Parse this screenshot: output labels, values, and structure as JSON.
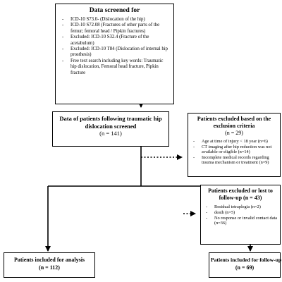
{
  "screened": {
    "title": "Data screened for",
    "items": [
      "ICD-10 S73.0- (Dislocation of the hip)",
      "ICD-10 S72.08 (Fractures of other parts of the femur; femoral head / Pipkin fractures)",
      "Excluded: ICD-10 S32.4 (Fracture of the acetabulum)",
      "Excluded: ICD-10 T84 (Dislocation of internal hip prosthesis)",
      "Free text search including key words: Traumatic hip dislocation, Femoral head fracture, Pipkin fracture"
    ]
  },
  "patients_screened": {
    "title": "Data of patients following traumatic hip dislocation screened",
    "n": "(n = 141)"
  },
  "excluded_criteria": {
    "title": "Patients excluded based on the exclusion criteria",
    "n": "(n = 29)",
    "items": [
      "Age at time of injury < 18 year (n=6)",
      "CT imaging after hip reduction was not available or eligible (n=14)",
      "Incomplete medical records regarding trauma mechanism or treatment (n=9)"
    ]
  },
  "excluded_followup": {
    "title": "Patients excluded or lost to follow-up (n = 43)",
    "items": [
      "Residual tetraplegia (n=2)",
      "death (n=5)",
      "No response or invalid contact data (n=36)"
    ]
  },
  "analysis": {
    "title": "Patients included for analysis",
    "n": "(n = 112)"
  },
  "followup": {
    "title": "Patients included for follow-up",
    "n": "(n = 69)"
  }
}
